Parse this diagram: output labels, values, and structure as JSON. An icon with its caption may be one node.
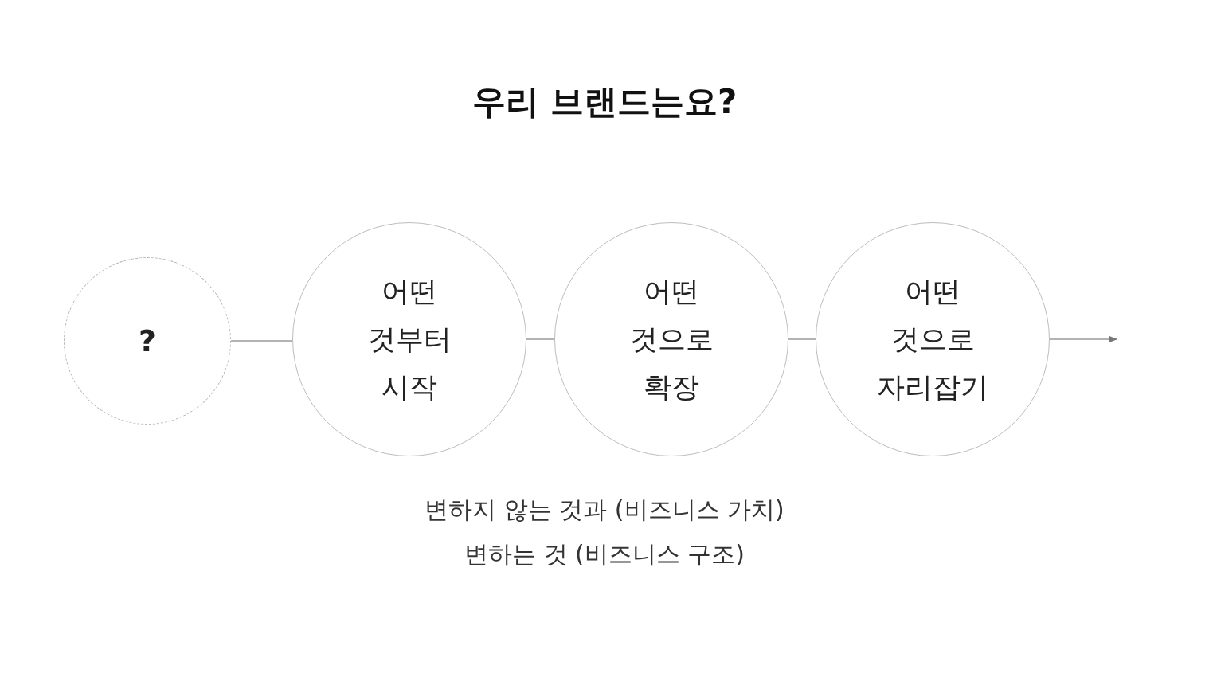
{
  "diagram": {
    "title": "우리 브랜드는요?",
    "nodes": [
      {
        "text": [
          "?"
        ]
      },
      {
        "text": [
          "어떤 것부터 시작"
        ]
      },
      {
        "text": [
          "어떤 것으로 확장"
        ]
      },
      {
        "text": [
          "어떤 것으로 자리잡기"
        ]
      }
    ],
    "edges": [
      {
        "from": 0,
        "to": 1,
        "arrow": "none"
      },
      {
        "from": 1,
        "to": 2,
        "arrow": "none"
      },
      {
        "from": 2,
        "to": 3,
        "arrow": "none"
      },
      {
        "from": 3,
        "to": null,
        "arrow": "to"
      }
    ],
    "labels": [
      "변하지 않는 것과 (비즈니스 가치)",
      "변하는 것 (비즈니스 구조)"
    ]
  }
}
